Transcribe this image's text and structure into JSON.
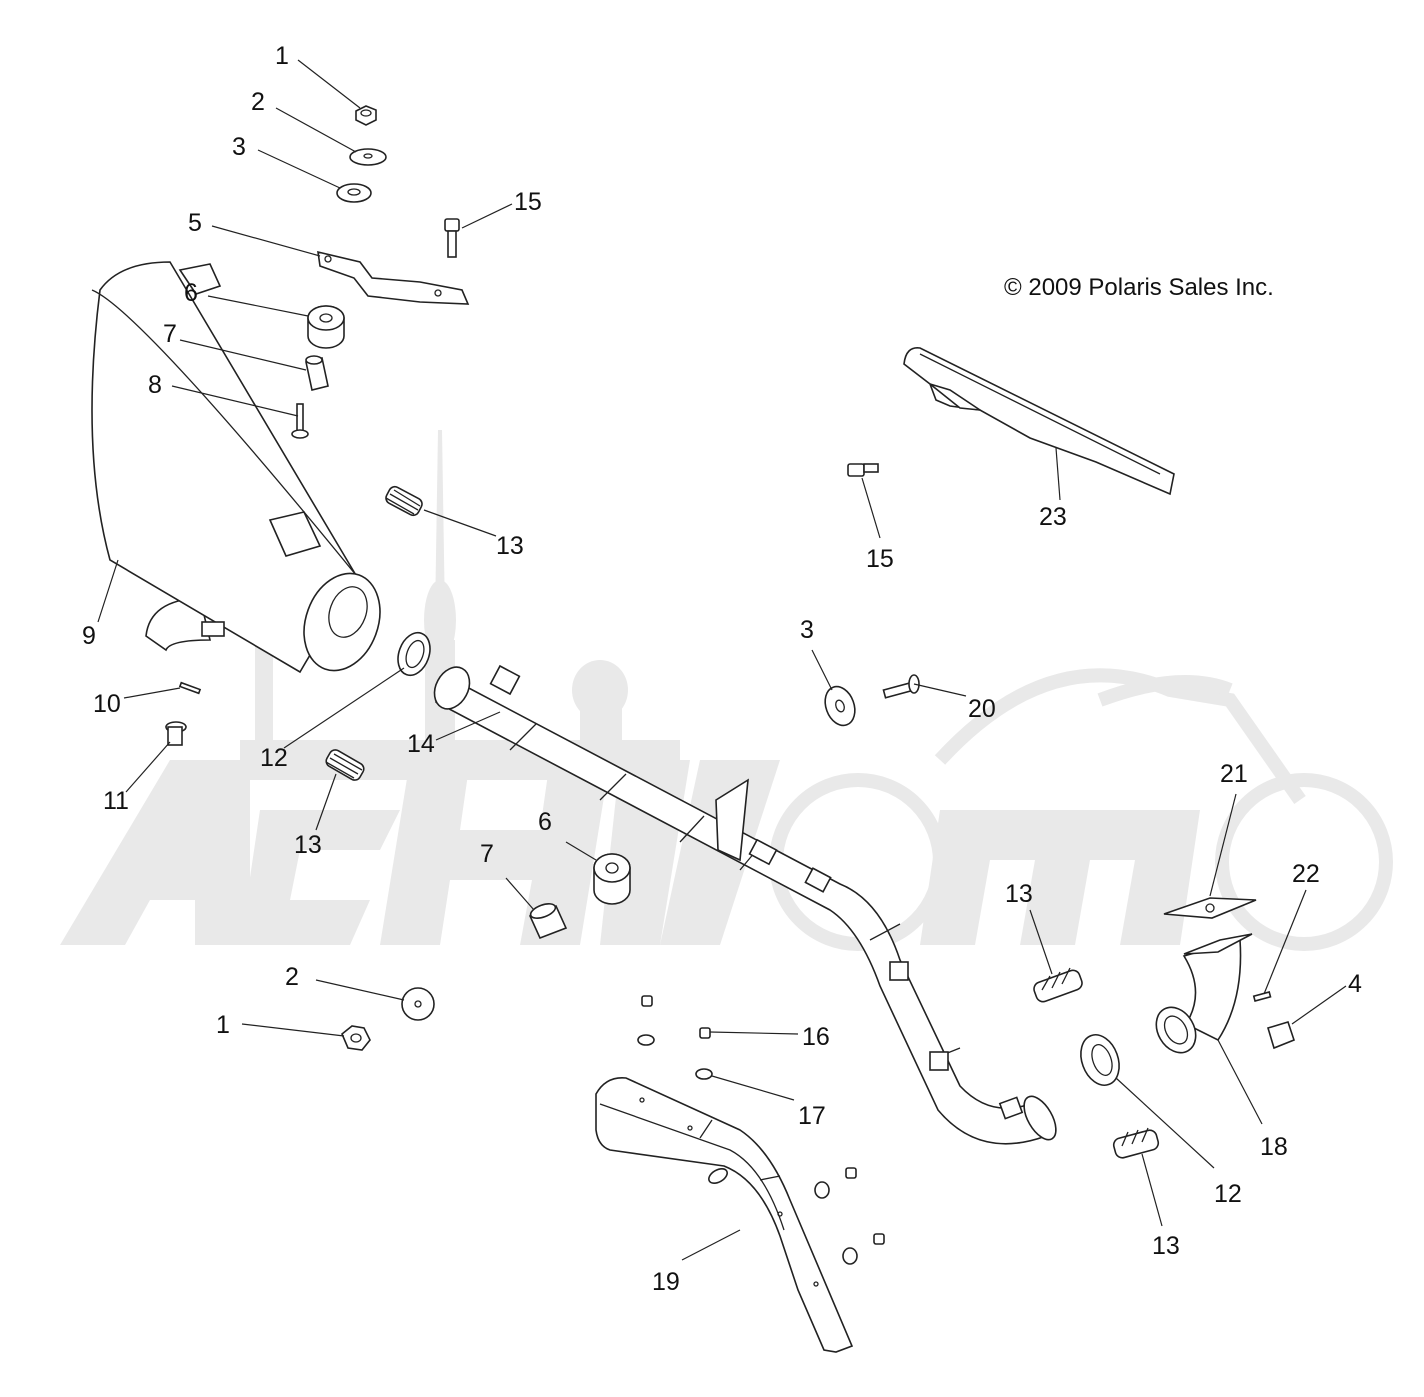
{
  "copyright": "© 2009 Polaris Sales Inc.",
  "watermark": "AcMoto",
  "callouts": [
    {
      "id": "c1a",
      "label": "1"
    },
    {
      "id": "c2a",
      "label": "2"
    },
    {
      "id": "c3a",
      "label": "3"
    },
    {
      "id": "c15a",
      "label": "15"
    },
    {
      "id": "c5",
      "label": "5"
    },
    {
      "id": "c6a",
      "label": "6"
    },
    {
      "id": "c7a",
      "label": "7"
    },
    {
      "id": "c8",
      "label": "8"
    },
    {
      "id": "c13a",
      "label": "13"
    },
    {
      "id": "c9",
      "label": "9"
    },
    {
      "id": "c10",
      "label": "10"
    },
    {
      "id": "c12a",
      "label": "12"
    },
    {
      "id": "c11",
      "label": "11"
    },
    {
      "id": "c13b",
      "label": "13"
    },
    {
      "id": "c14",
      "label": "14"
    },
    {
      "id": "c6b",
      "label": "6"
    },
    {
      "id": "c7b",
      "label": "7"
    },
    {
      "id": "c2b",
      "label": "2"
    },
    {
      "id": "c1b",
      "label": "1"
    },
    {
      "id": "c23",
      "label": "23"
    },
    {
      "id": "c15b",
      "label": "15"
    },
    {
      "id": "c3b",
      "label": "3"
    },
    {
      "id": "c20",
      "label": "20"
    },
    {
      "id": "c13c",
      "label": "13"
    },
    {
      "id": "c21",
      "label": "21"
    },
    {
      "id": "c22",
      "label": "22"
    },
    {
      "id": "c4",
      "label": "4"
    },
    {
      "id": "c16",
      "label": "16"
    },
    {
      "id": "c17",
      "label": "17"
    },
    {
      "id": "c18",
      "label": "18"
    },
    {
      "id": "c12b",
      "label": "12"
    },
    {
      "id": "c13d",
      "label": "13"
    },
    {
      "id": "c19",
      "label": "19"
    }
  ]
}
